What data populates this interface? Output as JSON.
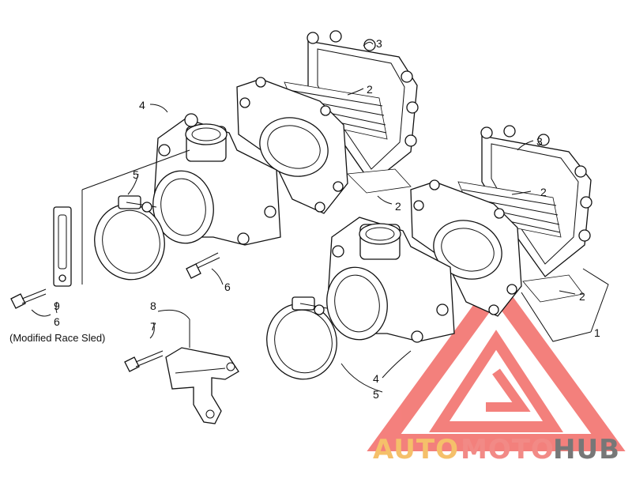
{
  "labels": {
    "l3a": "3",
    "l2a": "2",
    "l4a": "4",
    "l2b": "2",
    "l3b": "3",
    "l5a": "5",
    "l2c": "2",
    "l6a": "6",
    "l2d": "2",
    "l9": "9",
    "l6b": "6",
    "race": "(Modified Race Sled)",
    "l8": "8",
    "l1": "1",
    "l7": "7",
    "l4b": "4",
    "l5b": "5"
  },
  "watermark": {
    "auto": "AUTO",
    "moto": "MOTO",
    "hub": "HUB",
    "colors": {
      "auto": "#f5c06a",
      "moto": "#f28a86",
      "hub": "#777777",
      "logo": "#f26a66"
    }
  }
}
